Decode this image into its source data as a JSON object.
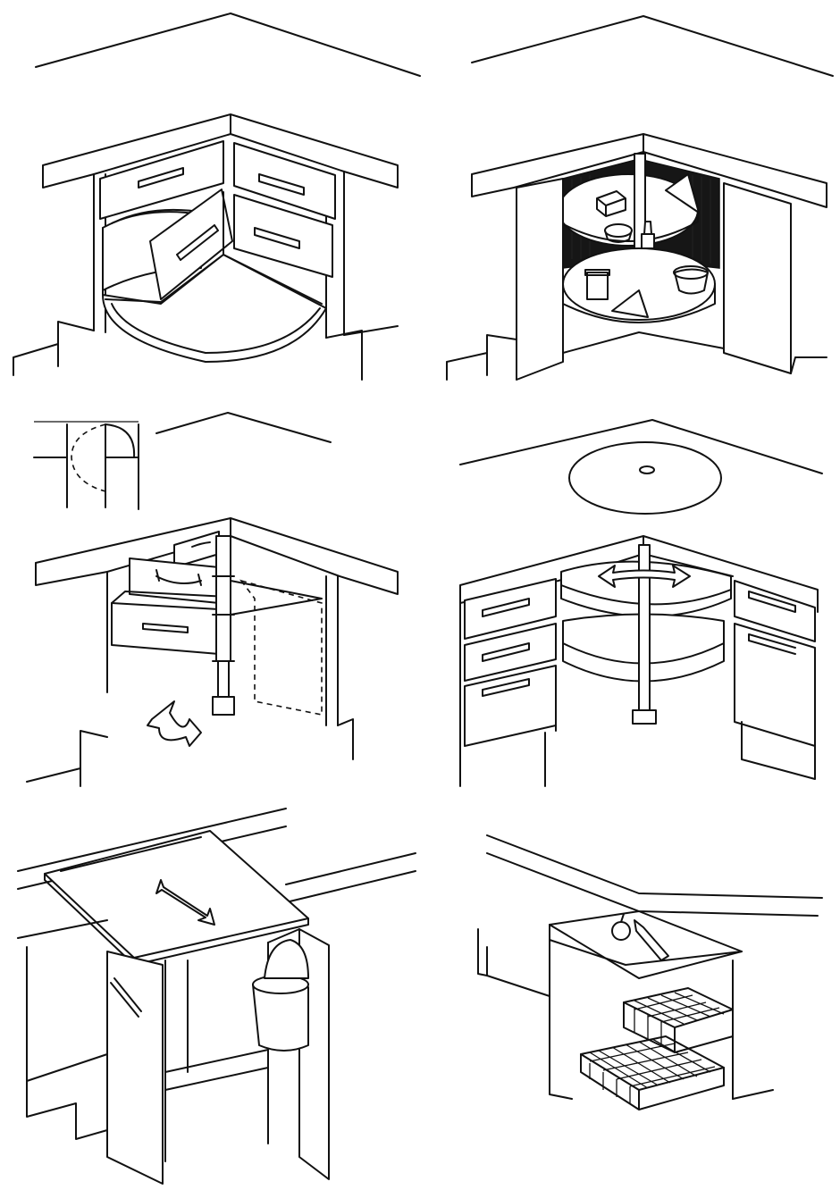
{
  "sheet": {
    "background": "#ffffff",
    "ink": "#111111"
  },
  "panels": [
    {
      "name": "swing-out-corner-drawers"
    },
    {
      "name": "lazy-susan-kidney-shelves"
    },
    {
      "name": "pivoting-drawer-unit-with-plan"
    },
    {
      "name": "rotating-carousel-with-counter-disc"
    },
    {
      "name": "pull-out-worktop-with-bin"
    },
    {
      "name": "pull-out-wire-baskets"
    }
  ],
  "icons": [
    "rotate-arrow-icon",
    "double-headed-arrow-icon",
    "swing-arrow-icon"
  ]
}
